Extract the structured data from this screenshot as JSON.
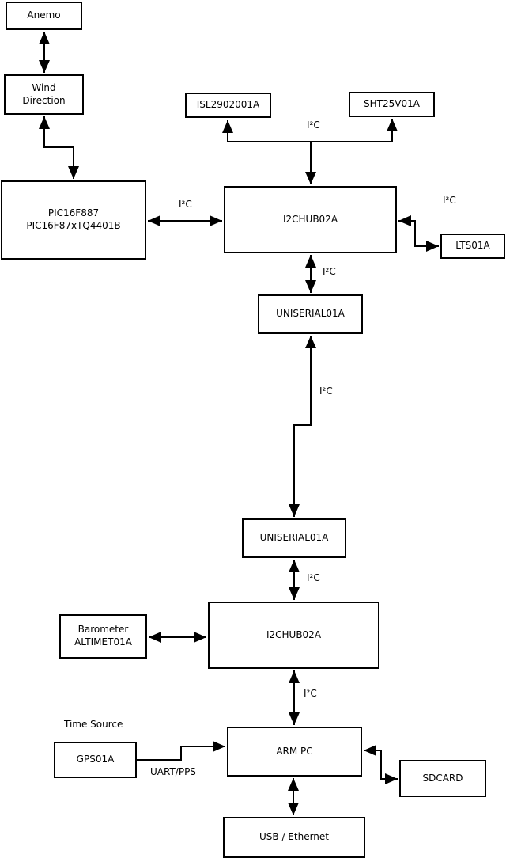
{
  "diagram": {
    "boxes": {
      "anemo": {
        "label": "Anemo"
      },
      "wind_direction": {
        "line1": "Wind",
        "line2": "Direction"
      },
      "pic": {
        "line1": "PIC16F887",
        "line2": "PIC16F87xTQ4401B"
      },
      "isl": {
        "label": "ISL2902001A"
      },
      "sht": {
        "label": "SHT25V01A"
      },
      "i2chub_top": {
        "label": "I2CHUB02A"
      },
      "lts": {
        "label": "LTS01A"
      },
      "uniserial_top": {
        "label": "UNISERIAL01A"
      },
      "uniserial_bottom": {
        "label": "UNISERIAL01A"
      },
      "i2chub_bottom": {
        "label": "I2CHUB02A"
      },
      "barometer": {
        "line1": "Barometer",
        "line2": "ALTIMET01A"
      },
      "gps": {
        "label": "GPS01A"
      },
      "arm_pc": {
        "label": "ARM PC"
      },
      "sdcard": {
        "label": "SDCARD"
      },
      "usb_ethernet": {
        "label": "USB / Ethernet"
      }
    },
    "labels": {
      "i2c": "I²C",
      "uart_pps": "UART/PPS",
      "time_source": "Time Source"
    },
    "colors": {
      "background": "#ffffff",
      "line": "#000000",
      "box_fill": "#ffffff",
      "text": "#000000"
    }
  }
}
